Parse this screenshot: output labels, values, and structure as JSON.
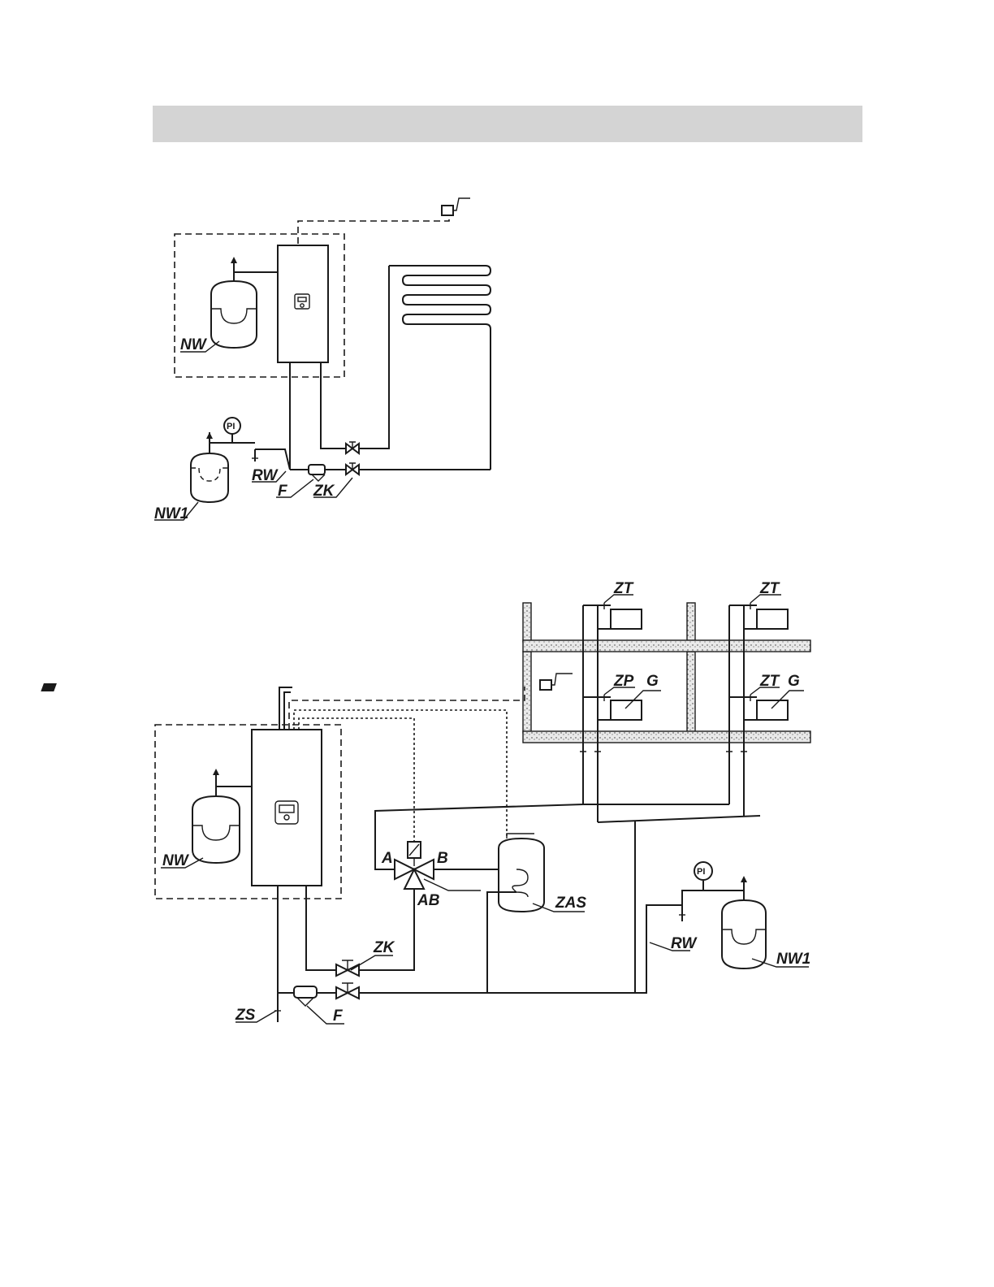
{
  "labels": {
    "nw": "NW",
    "nw1": "NW1",
    "rw": "RW",
    "f": "F",
    "zk": "ZK",
    "pi": "PI",
    "zt": "ZT",
    "zp": "ZP",
    "g": "G",
    "a": "A",
    "b": "B",
    "ab": "AB",
    "zas": "ZAS",
    "zs": "ZS"
  }
}
